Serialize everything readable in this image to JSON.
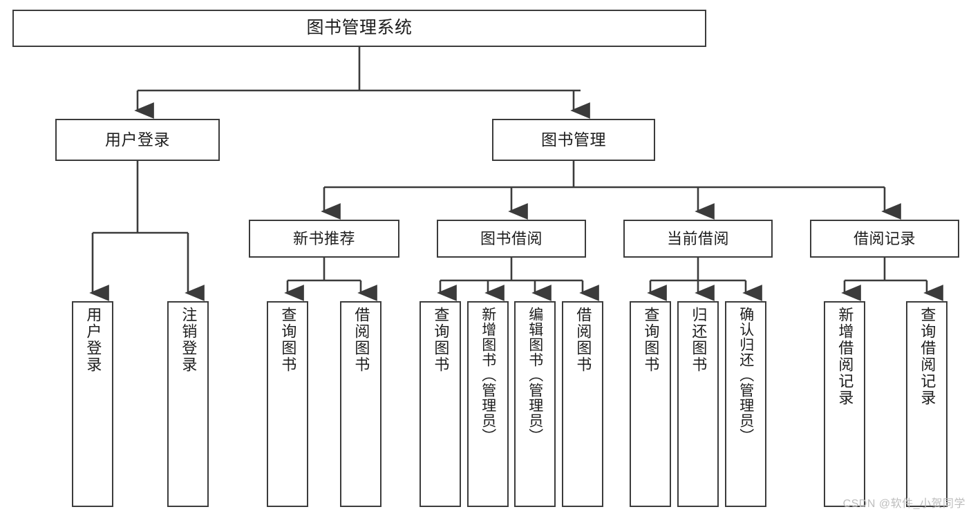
{
  "diagram": {
    "type": "hierarchy-tree",
    "title": "图书管理系统",
    "line_color": "#3b3b3b",
    "background_color": "#ffffff",
    "text_color": "#1d1d1d",
    "watermark": "CSDN @软件_小贺同学",
    "levels": {
      "root": {
        "label": "图书管理系统"
      },
      "level2": [
        {
          "label": "用户登录"
        },
        {
          "label": "图书管理"
        }
      ],
      "level3": [
        {
          "label": "新书推荐"
        },
        {
          "label": "图书借阅"
        },
        {
          "label": "当前借阅"
        },
        {
          "label": "借阅记录"
        }
      ],
      "leaves": {
        "user_login": [
          {
            "label": "用户登录"
          },
          {
            "label": "注销登录"
          }
        ],
        "new_book_recommend": [
          {
            "label": "查询图书"
          },
          {
            "label": "借阅图书"
          }
        ],
        "book_borrow": [
          {
            "label": "查询图书"
          },
          {
            "label": "新增图书（管理员）"
          },
          {
            "label": "编辑图书（管理员）"
          },
          {
            "label": "借阅图书"
          }
        ],
        "current_borrow": [
          {
            "label": "查询图书"
          },
          {
            "label": "归还图书"
          },
          {
            "label": "确认归还（管理员）"
          }
        ],
        "borrow_records": [
          {
            "label": "新增借阅记录"
          },
          {
            "label": "查询借阅记录"
          }
        ]
      }
    }
  }
}
